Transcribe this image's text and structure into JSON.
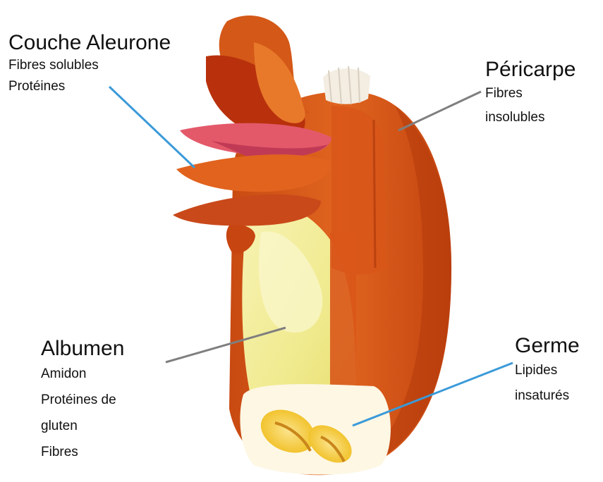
{
  "labels": {
    "aleurone": {
      "title": "Couche Aleurone",
      "lines": [
        "Fibres solubles",
        "Protéines"
      ]
    },
    "pericarpe": {
      "title": "Péricarpe",
      "lines": [
        "Fibres",
        "insolubles"
      ]
    },
    "albumen": {
      "title": "Albumen",
      "lines": [
        "Amidon",
        "Protéines de",
        "gluten",
        "Fibres"
      ]
    },
    "germe": {
      "title": "Germe",
      "lines": [
        "Lipides",
        "insaturés"
      ]
    }
  },
  "colors": {
    "leader_blue": "#3a9ad9",
    "leader_gray": "#7f7f7f",
    "bran_orange": "#d9571a",
    "bran_dark": "#b83c0c",
    "aleurone_pink": "#e5596a",
    "endosperm_yellow": "#f3f0a0",
    "germ_yellow": "#f2c318"
  }
}
